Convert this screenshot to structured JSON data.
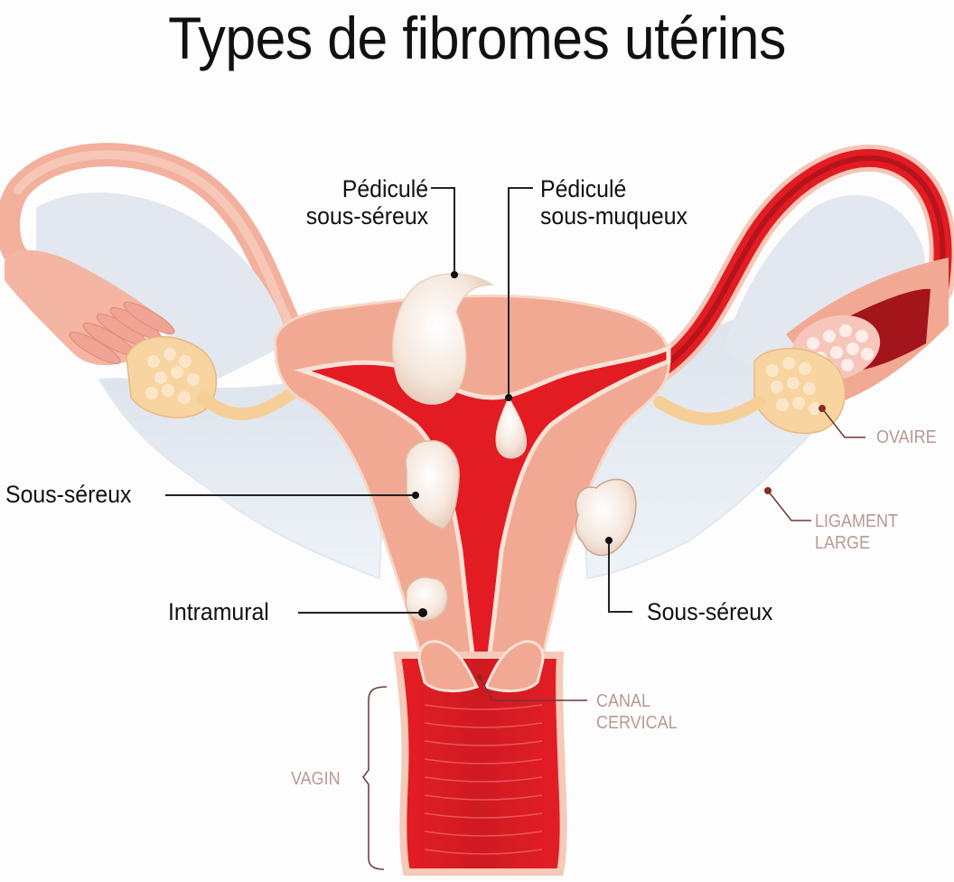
{
  "title": "Types de fibromes utérins",
  "labels": {
    "pedunculated_subserosal": {
      "line1": "Pédiculé",
      "line2": "sous-séreux"
    },
    "pedunculated_submucosal": {
      "line1": "Pédiculé",
      "line2": "sous-muqueux"
    },
    "subserosal_left": "Sous-séreux",
    "intramural": "Intramural",
    "subserosal_right": "Sous-séreux"
  },
  "anatomy": {
    "ovary": "OVAIRE",
    "broad_ligament": {
      "line1": "LIGAMENT",
      "line2": "LARGE"
    },
    "cervical_canal": {
      "line1": "CANAL",
      "line2": "CERVICAL"
    },
    "vagina": "VAGIN"
  },
  "colors": {
    "uterus_wall": "#f2a993",
    "cavity_red": "#e31b23",
    "dark_red": "#a3141b",
    "fibroid": "#f7ece3",
    "ovary": "#f7d4a0",
    "ligament": "#e6eef5",
    "label_dark": "#111111",
    "label_muted": "#b89a90",
    "leader_brown": "#6b3a32"
  }
}
